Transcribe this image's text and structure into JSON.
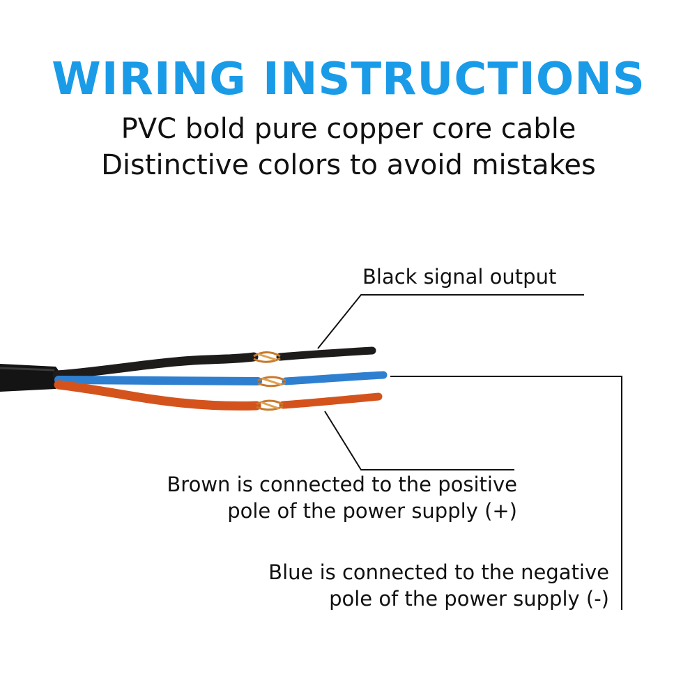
{
  "title": "WIRING INSTRUCTIONS",
  "subtitle": {
    "line1": "PVC bold pure copper core cable",
    "line2": "Distinctive colors to avoid mistakes"
  },
  "labels": {
    "black": "Black signal output",
    "brown_line1": "Brown is connected to the positive",
    "brown_line2": "pole of the power supply (+)",
    "blue_line1": "Blue is connected to the negative",
    "blue_line2": "pole of the power supply (-)"
  },
  "colors": {
    "title": "#1a9be8",
    "black_wire": "#1e1b1b",
    "blue_wire": "#2f7fd0",
    "brown_wire": "#d4531c",
    "copper": "#c8782a",
    "jacket": "#141414",
    "leader": "#111111"
  }
}
